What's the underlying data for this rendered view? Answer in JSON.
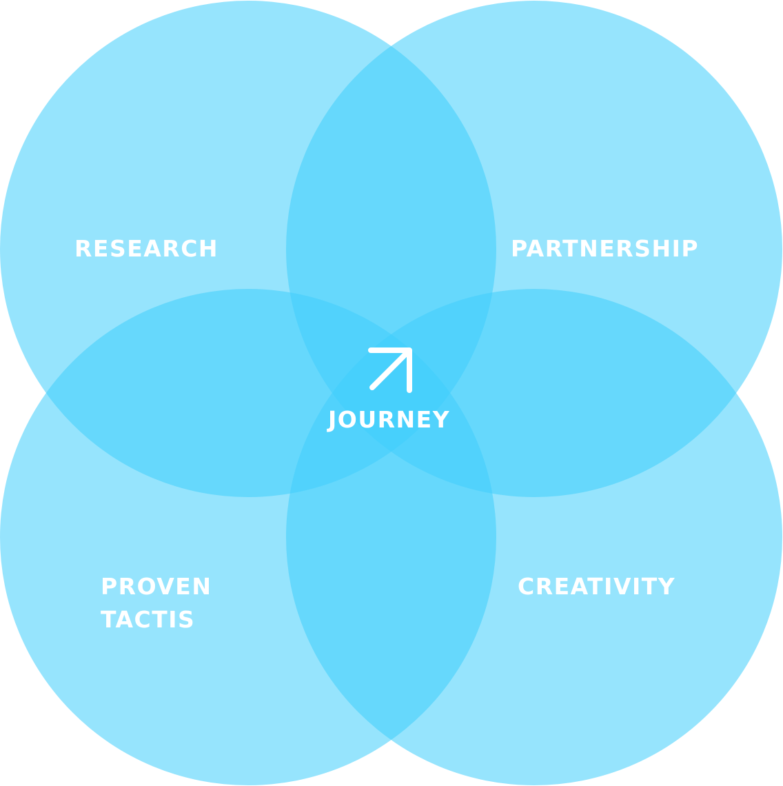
{
  "colors": {
    "circle": "#3fcdfb",
    "text": "#ffffff"
  },
  "diagram": {
    "type": "four-circle-venn",
    "center": {
      "label": "JOURNEY",
      "icon": "arrow-up-right-icon"
    },
    "circles": [
      {
        "id": "research",
        "lines": [
          "RESEARCH"
        ]
      },
      {
        "id": "partnership",
        "lines": [
          "PARTNERSHIP"
        ]
      },
      {
        "id": "proven-tactis",
        "lines": [
          "PROVEN",
          "TACTIS"
        ]
      },
      {
        "id": "creativity",
        "lines": [
          "CREATIVITY"
        ]
      }
    ]
  }
}
